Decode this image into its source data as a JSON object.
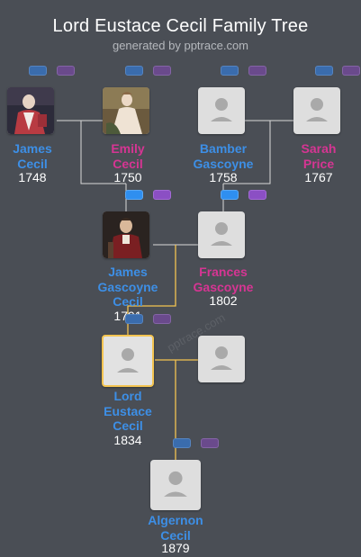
{
  "header": {
    "title": "Lord Eustace Cecil Family Tree",
    "subtitle": "generated by pptrace.com"
  },
  "watermark": "pptrace.com",
  "people": {
    "james_cecil": {
      "name_line1": "James",
      "name_line2": "Cecil",
      "year": "1748"
    },
    "emily_cecil": {
      "name_line1": "Emily",
      "name_line2": "Cecil",
      "year": "1750"
    },
    "bamber_gascoyne": {
      "name_line1": "Bamber",
      "name_line2": "Gascoyne",
      "year": "1758"
    },
    "sarah_price": {
      "name_line1": "Sarah",
      "name_line2": "Price",
      "year": "1767"
    },
    "james_gascoyne_cecil": {
      "name_line1": "James",
      "name_line2": "Gascoyne",
      "name_line3": "Cecil",
      "year": "1791"
    },
    "frances_gascoyne": {
      "name_line1": "Frances",
      "name_line2": "Gascoyne",
      "year": "1802"
    },
    "lord_eustace_cecil": {
      "name_line1": "Lord",
      "name_line2": "Eustace",
      "name_line3": "Cecil",
      "year": "1834"
    },
    "algernon_cecil": {
      "name_line1": "Algernon",
      "name_line2": "Cecil",
      "year": "1879"
    }
  },
  "colors": {
    "background": "#4a4e55",
    "male": "#3d8fe6",
    "female": "#d63593",
    "highlight_line": "#f3c451",
    "connector": "#d9d9d9"
  }
}
